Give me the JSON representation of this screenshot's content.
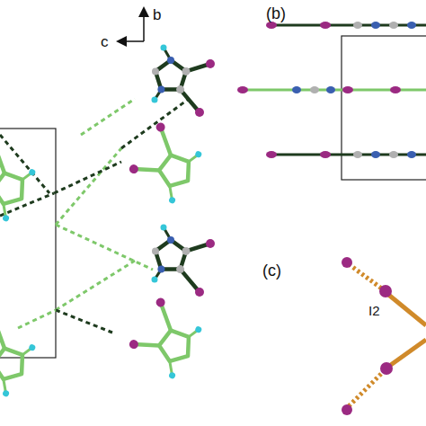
{
  "diagram": {
    "labels": [
      "b",
      "c",
      "(b)",
      "(c)",
      "I2"
    ]
  }
}
